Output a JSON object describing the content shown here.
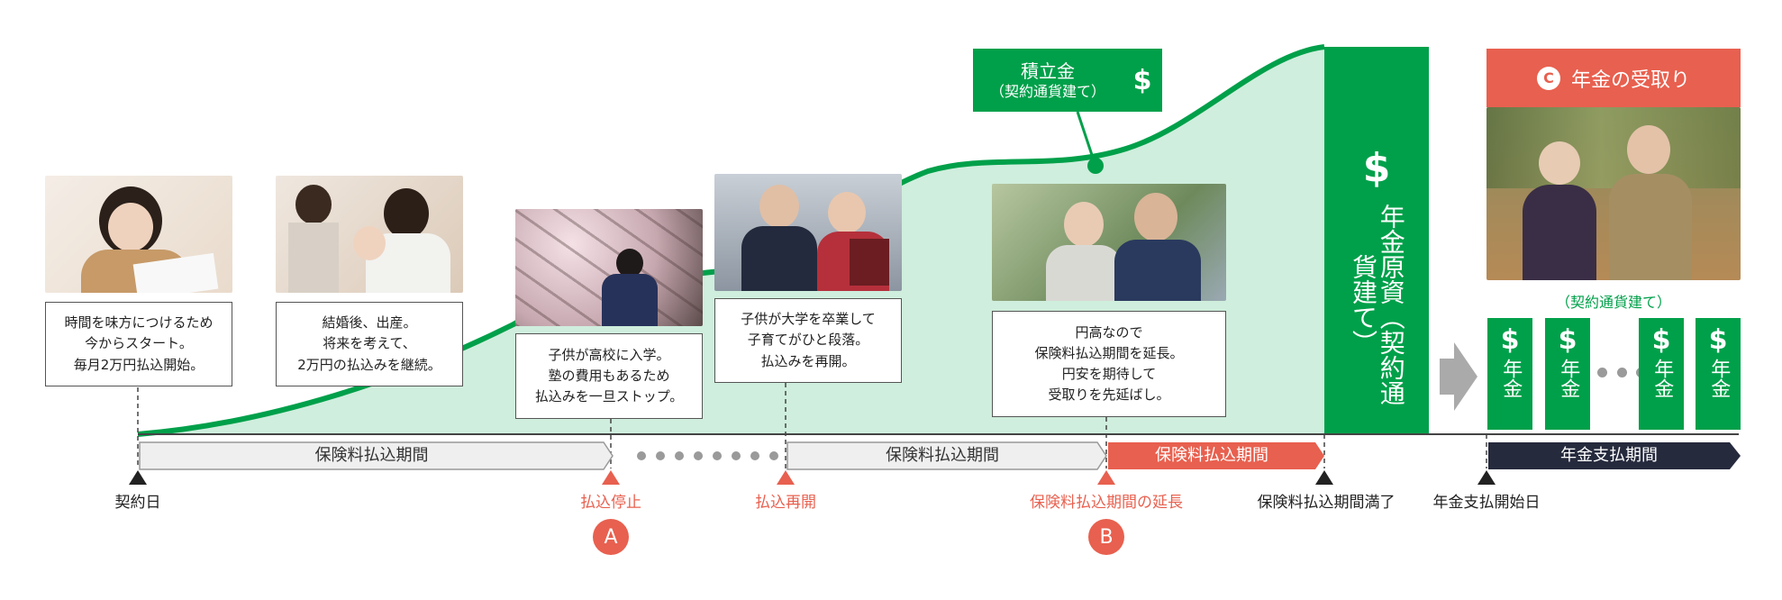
{
  "accumulation_label": {
    "line1": "積立金",
    "line2": "（契約通貨建て）",
    "symbol": "$"
  },
  "principal_bar": {
    "symbol": "$",
    "vertical_text": "年金原資（契約通貨建て）"
  },
  "pension_header": {
    "badge": "C",
    "title": "年金の受取り"
  },
  "pension_subcaption": "（契約通貨建て）",
  "pension_coins": [
    {
      "symbol": "$",
      "label": "年金"
    },
    {
      "symbol": "$",
      "label": "年金"
    },
    {
      "symbol": "$",
      "label": "年金"
    },
    {
      "symbol": "$",
      "label": "年金"
    }
  ],
  "captions": [
    {
      "line1": "時間を味方につけるため",
      "line2": "今からスタート。",
      "line3": "毎月2万円払込開始。"
    },
    {
      "line1": "結婚後、出産。",
      "line2": "将来を考えて、",
      "line3": "2万円の払込みを継続。"
    },
    {
      "line1": "子供が高校に入学。",
      "line2": "塾の費用もあるため",
      "line3": "払込みを一旦ストップ。"
    },
    {
      "line1": "子供が大学を卒業して",
      "line2": "子育てがひと段落。",
      "line3": "払込みを再開。"
    },
    {
      "line1": "円高なので",
      "line2": "保険料払込期間を延長。",
      "line3": "円安を期待して",
      "line4": "受取りを先延ばし。"
    }
  ],
  "periods": {
    "p1": "保険料払込期間",
    "p2": "保険料払込期間",
    "p3": "保険料払込期間",
    "p4": "年金支払期間"
  },
  "markers": {
    "contract_date": "契約日",
    "payment_stop": "払込停止",
    "payment_resume": "払込再開",
    "period_extension": "保険料払込期間の延長",
    "period_end": "保険料払込期間満了",
    "pension_start": "年金支払開始日"
  },
  "badges": {
    "a": "A",
    "b": "B"
  },
  "colors": {
    "green": "#00a04a",
    "light_green": "#cfeedd",
    "red": "#e8604f",
    "navy": "#262a3d",
    "grey": "#efefef"
  },
  "photos": [
    "woman-studying-photo",
    "family-mother-baby-photo",
    "student-cherry-blossom-photo",
    "graduation-photo",
    "couple-smartphone-photo",
    "elderly-couple-park-photo"
  ]
}
